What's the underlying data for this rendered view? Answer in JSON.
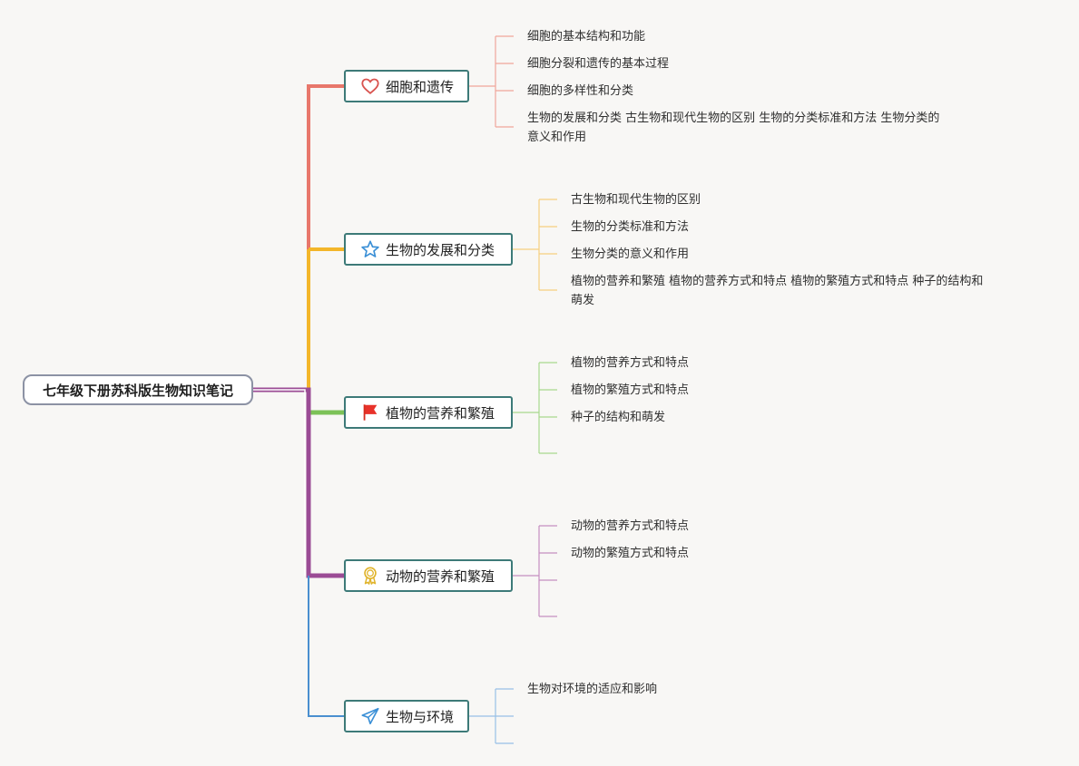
{
  "root": {
    "label": "七年级下册苏科版生物知识笔记"
  },
  "branches": [
    {
      "label": "细胞和遗传",
      "icon": "heart-icon",
      "color": "#e8776b",
      "leaves": [
        "细胞的基本结构和功能",
        "细胞分裂和遗传的基本过程",
        "细胞的多样性和分类",
        "生物的发展和分类 古生物和现代生物的区别 生物的分类标准和方法 生物分类的",
        "意义和作用"
      ]
    },
    {
      "label": "生物的发展和分类",
      "icon": "star-icon",
      "color": "#f3b62a",
      "leaves": [
        "古生物和现代生物的区别",
        "生物的分类标准和方法",
        "生物分类的意义和作用",
        "植物的营养和繁殖 植物的营养方式和特点 植物的繁殖方式和特点 种子的结构和",
        "萌发"
      ]
    },
    {
      "label": "植物的营养和繁殖",
      "icon": "flag-icon",
      "color": "#7cc257",
      "leaves": [
        "植物的营养方式和特点",
        "植物的繁殖方式和特点",
        "种子的结构和萌发"
      ]
    },
    {
      "label": "动物的营养和繁殖",
      "icon": "medal-icon",
      "color": "#9b4c95",
      "leaves": [
        "动物的营养方式和特点",
        "动物的繁殖方式和特点"
      ]
    },
    {
      "label": "生物与环境",
      "icon": "paper-plane-icon",
      "color": "#4a8fcf",
      "leaves": [
        "生物对环境的适应和影响"
      ]
    }
  ]
}
